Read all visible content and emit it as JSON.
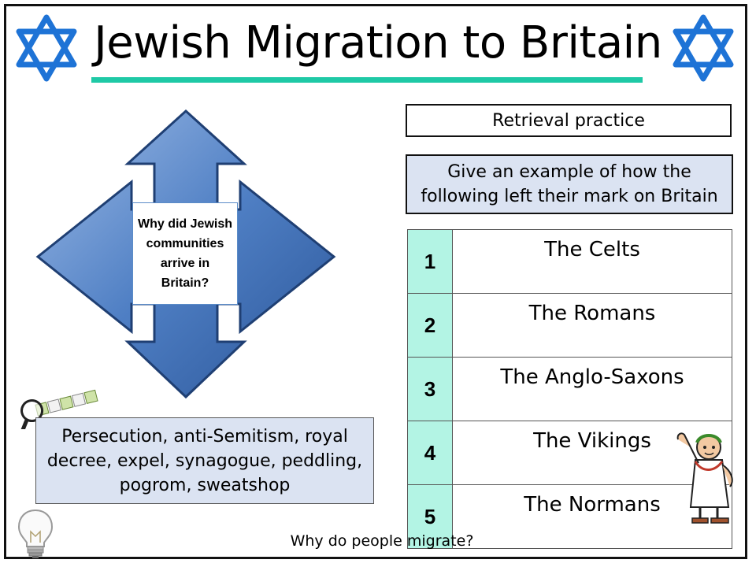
{
  "slide": {
    "title": "Jewish Migration to Britain",
    "centre_question": "Why did Jewish communities arrive in Britain?",
    "retrieval_heading": "Retrieval practice",
    "instruction": "Give an example of how the following left their mark on Britain",
    "rows": [
      {
        "number": "1",
        "name": "The Celts"
      },
      {
        "number": "2",
        "name": "The Romans"
      },
      {
        "number": "3",
        "name": "The Anglo-Saxons"
      },
      {
        "number": "4",
        "name": "The Vikings"
      },
      {
        "number": "5",
        "name": "The Normans"
      }
    ],
    "keywords_text": "Persecution, anti-Semitism, royal decree, expel, synagogue, peddling, pogrom, sweatshop",
    "footer": "Why do people migrate?"
  },
  "icons": {
    "star": "star-of-david-icon",
    "keywords": "key-words-icon",
    "bulb": "lightbulb-icon",
    "roman": "roman-figure-icon"
  },
  "colors": {
    "accent_rule": "#1fc9a6",
    "star_blue": "#1e73d6",
    "arrow_blue": "#4f7fc4",
    "instruction_fill": "#dbe3f2",
    "number_fill": "#b3f4e4"
  }
}
